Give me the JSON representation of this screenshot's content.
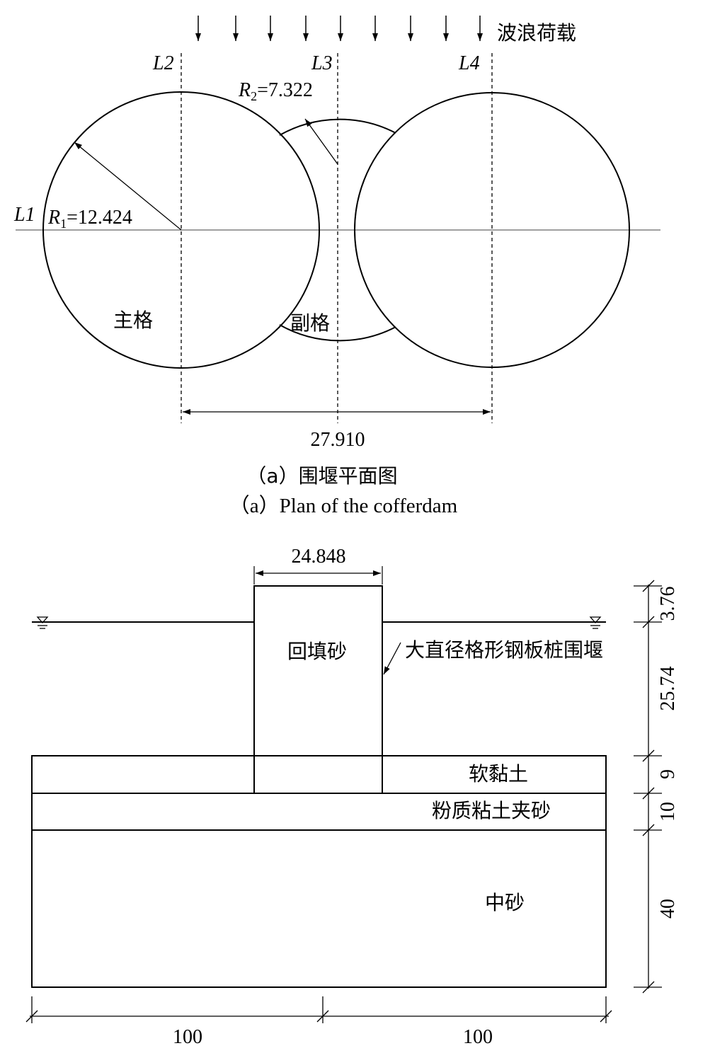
{
  "plan": {
    "load_label": "波浪荷载",
    "axis_labels": {
      "l1": "L1",
      "l2": "L2",
      "l3": "L3",
      "l4": "L4"
    },
    "r1": {
      "symbol": "R",
      "sub": "1",
      "value": "=12.424"
    },
    "r2": {
      "symbol": "R",
      "sub": "2",
      "value": "=7.322"
    },
    "main_cell_label": "主格",
    "sub_cell_label": "副格",
    "spacing_dim": "27.910",
    "caption_cn": "（a）围堰平面图",
    "caption_en": "（a）Plan of the cofferdam"
  },
  "section": {
    "top_width_dim": "24.848",
    "fill_label": "回填砂",
    "cofferdam_label": "大直径格形钢板桩围堰",
    "layers": {
      "soft_clay": "软黏土",
      "silty_clay_sand": "粉质粘土夹砂",
      "medium_sand": "中砂"
    },
    "vertical_dims": [
      "3.76",
      "25.74",
      "9",
      "10",
      "40"
    ],
    "horizontal_dims": [
      "100",
      "100"
    ]
  }
}
